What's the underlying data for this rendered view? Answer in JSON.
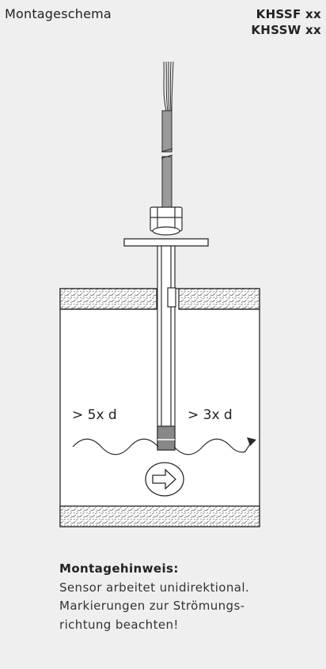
{
  "header": {
    "title": "Montageschema",
    "models": [
      "KHSSF xx",
      "KHSSW xx"
    ]
  },
  "diagram": {
    "left_distance_label": ">  5x d",
    "right_distance_label": ">  3x d",
    "flow_direction": "right",
    "colors": {
      "line": "#2b2b2b",
      "sensor_shade": "#9a9a9a",
      "tip_shade": "#888888"
    }
  },
  "note": {
    "title": "Montagehinweis:",
    "lines": [
      "Sensor arbeitet unidirektional.",
      "Markierungen zur Strömungs-",
      "richtung beachten!"
    ]
  }
}
